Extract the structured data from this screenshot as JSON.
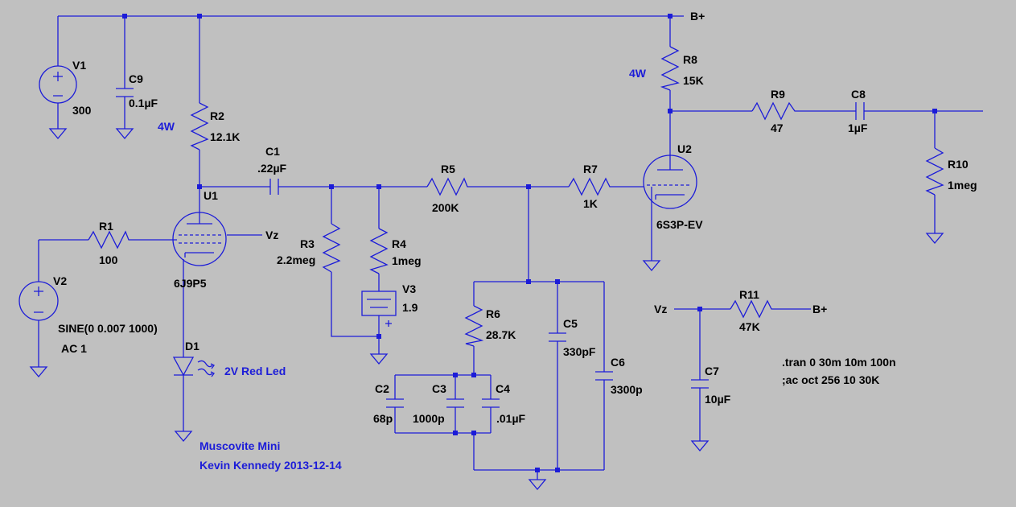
{
  "colors": {
    "background": "#c0c0c0",
    "wire": "#1c1cd8",
    "text": "#000000",
    "note": "#1c1cd8"
  },
  "nets": {
    "bplus_top": "B+",
    "vz_u1": "Vz",
    "vz_bias": "Vz",
    "bplus_bias": "B+"
  },
  "components": {
    "v1": {
      "name": "V1",
      "value": "300"
    },
    "c9": {
      "name": "C9",
      "value": "0.1µF"
    },
    "r2": {
      "name": "R2",
      "value": "12.1K",
      "power": "4W"
    },
    "c1": {
      "name": "C1",
      "value": ".22µF"
    },
    "u1": {
      "name": "U1",
      "value": "6J9P5"
    },
    "r1": {
      "name": "R1",
      "value": "100"
    },
    "v2": {
      "name": "V2",
      "value": "SINE(0 0.007 1000)",
      "ac": "AC 1"
    },
    "d1": {
      "name": "D1",
      "value": "2V Red Led"
    },
    "r3": {
      "name": "R3",
      "value": "2.2meg"
    },
    "r4": {
      "name": "R4",
      "value": "1meg"
    },
    "v3": {
      "name": "V3",
      "value": "1.9"
    },
    "r5": {
      "name": "R5",
      "value": "200K"
    },
    "r7": {
      "name": "R7",
      "value": "1K"
    },
    "u2": {
      "name": "U2",
      "value": "6S3P-EV"
    },
    "r8": {
      "name": "R8",
      "value": "15K",
      "power": "4W"
    },
    "r9": {
      "name": "R9",
      "value": "47"
    },
    "c8": {
      "name": "C8",
      "value": "1µF"
    },
    "r10": {
      "name": "R10",
      "value": "1meg"
    },
    "r6": {
      "name": "R6",
      "value": "28.7K"
    },
    "c2": {
      "name": "C2",
      "value": "68p"
    },
    "c3": {
      "name": "C3",
      "value": "1000p"
    },
    "c4": {
      "name": "C4",
      "value": ".01µF"
    },
    "c5": {
      "name": "C5",
      "value": "330pF"
    },
    "c6": {
      "name": "C6",
      "value": "3300p"
    },
    "r11": {
      "name": "R11",
      "value": "47K"
    },
    "c7": {
      "name": "C7",
      "value": "10µF"
    }
  },
  "notes": {
    "title": "Muscovite Mini",
    "author": "Kevin Kennedy 2013-12-14",
    "tran": ".tran 0 30m 10m 100n",
    "ac": ";ac oct 256 10 30K"
  }
}
